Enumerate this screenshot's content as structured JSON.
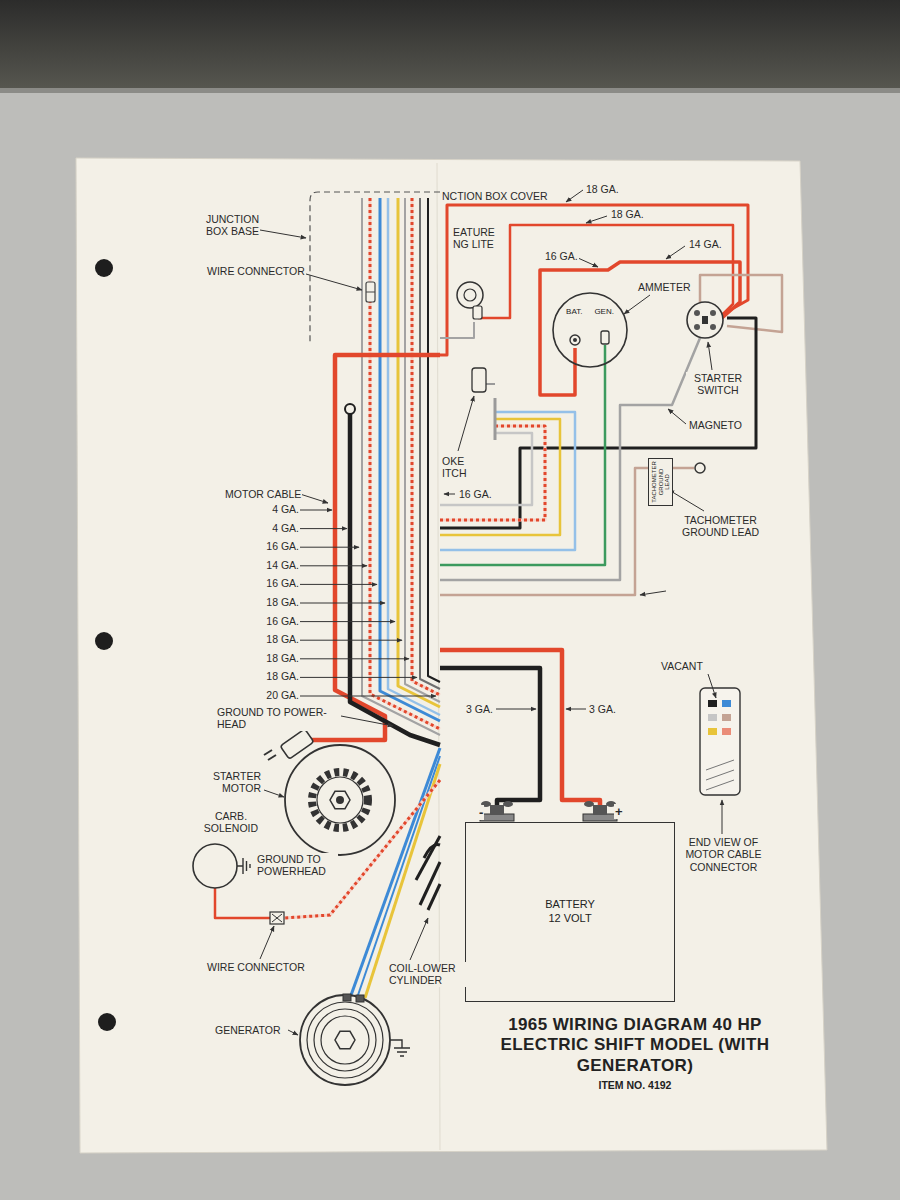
{
  "diagram": {
    "title": "1965 WIRING DIAGRAM 40 HP ELECTRIC SHIFT MODEL (WITH GENERATOR)",
    "caption": "ITEM NO. 4192",
    "nodes": [
      {
        "text": [
          "BAT.",
          "GEN."
        ]
      },
      {
        "text": [
          "TACHOMETER GROUND LEAD"
        ]
      },
      {
        "text": [
          "BATTERY 12 VOLT"
        ]
      }
    ],
    "labels": [
      "JUNCTION BOX BASE",
      "NCTION BOX COVER",
      "EATURE NG LITE",
      "18 GA.",
      "18 GA.",
      "14 GA.",
      "16 GA.",
      "AMMETER",
      "STARTER SWITCH",
      "MAGNETO",
      "WIRE CONNECTOR",
      "OKE ITCH",
      "16 GA.",
      "TACHOMETER GROUND LEAD",
      "MOTOR CABLE",
      "4 GA.",
      "4 GA.",
      "16 GA.",
      "14 GA.",
      "16 GA.",
      "18 GA.",
      "16 GA.",
      "18 GA.",
      "18 GA.",
      "18 GA.",
      "20 GA.",
      "GROUND TO POWER- HEAD",
      "3 GA.",
      "3 GA.",
      "VACANT",
      "STARTER MOTOR",
      "CARB. SOLENOID",
      "GROUND TO POWERHEAD",
      "-",
      "+",
      "WIRE CONNECTOR",
      "END VIEW OF MOTOR CABLE CONNECTOR",
      "GENERATOR",
      "COIL-LOWER CYLINDER"
    ]
  }
}
